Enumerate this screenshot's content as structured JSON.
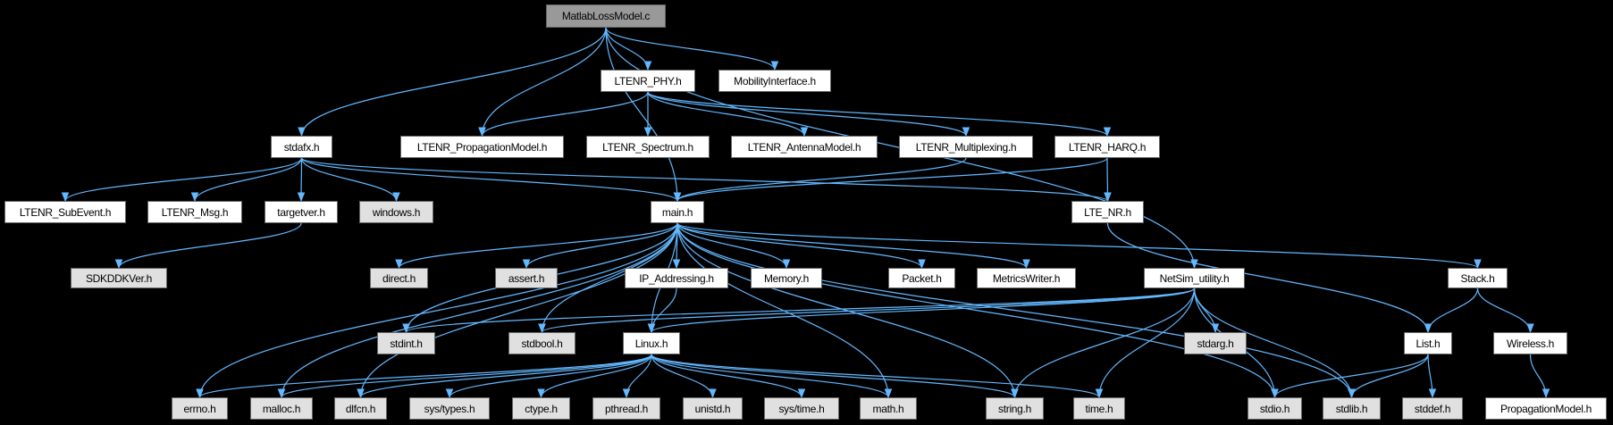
{
  "diagram": {
    "type": "include-dependency-graph",
    "colors": {
      "background": "#000000",
      "edge": "#63b8ff",
      "node_fill": "#ffffff",
      "external_fill": "#e0e0e0",
      "root_fill": "#999999",
      "border": "#666666"
    },
    "nodes": [
      {
        "id": "root",
        "label": "MatlabLossModel.c",
        "kind": "root"
      },
      {
        "id": "phy",
        "label": "LTENR_PHY.h",
        "kind": "local"
      },
      {
        "id": "mobility",
        "label": "MobilityInterface.h",
        "kind": "local"
      },
      {
        "id": "stdafx",
        "label": "stdafx.h",
        "kind": "local"
      },
      {
        "id": "ltenr_prop",
        "label": "LTENR_PropagationModel.h",
        "kind": "local"
      },
      {
        "id": "spectrum",
        "label": "LTENR_Spectrum.h",
        "kind": "local"
      },
      {
        "id": "antenna",
        "label": "LTENR_AntennaModel.h",
        "kind": "local"
      },
      {
        "id": "multiplexing",
        "label": "LTENR_Multiplexing.h",
        "kind": "local"
      },
      {
        "id": "harq",
        "label": "LTENR_HARQ.h",
        "kind": "local"
      },
      {
        "id": "subevent",
        "label": "LTENR_SubEvent.h",
        "kind": "local"
      },
      {
        "id": "msg",
        "label": "LTENR_Msg.h",
        "kind": "local"
      },
      {
        "id": "targetver",
        "label": "targetver.h",
        "kind": "local"
      },
      {
        "id": "windows",
        "label": "windows.h",
        "kind": "external"
      },
      {
        "id": "main",
        "label": "main.h",
        "kind": "local"
      },
      {
        "id": "lte_nr",
        "label": "LTE_NR.h",
        "kind": "local"
      },
      {
        "id": "sdkddkver",
        "label": "SDKDDKVer.h",
        "kind": "external"
      },
      {
        "id": "direct",
        "label": "direct.h",
        "kind": "external"
      },
      {
        "id": "assert",
        "label": "assert.h",
        "kind": "external"
      },
      {
        "id": "ip_addressing",
        "label": "IP_Addressing.h",
        "kind": "local"
      },
      {
        "id": "memory",
        "label": "Memory.h",
        "kind": "local"
      },
      {
        "id": "packet",
        "label": "Packet.h",
        "kind": "local"
      },
      {
        "id": "metrics",
        "label": "MetricsWriter.h",
        "kind": "local"
      },
      {
        "id": "netsim_utility",
        "label": "NetSim_utility.h",
        "kind": "local"
      },
      {
        "id": "stack",
        "label": "Stack.h",
        "kind": "local"
      },
      {
        "id": "stdint",
        "label": "stdint.h",
        "kind": "external"
      },
      {
        "id": "stdbool",
        "label": "stdbool.h",
        "kind": "external"
      },
      {
        "id": "linux",
        "label": "Linux.h",
        "kind": "local"
      },
      {
        "id": "stdarg",
        "label": "stdarg.h",
        "kind": "external"
      },
      {
        "id": "list",
        "label": "List.h",
        "kind": "local"
      },
      {
        "id": "wireless",
        "label": "Wireless.h",
        "kind": "local"
      },
      {
        "id": "errno",
        "label": "errno.h",
        "kind": "external"
      },
      {
        "id": "malloc",
        "label": "malloc.h",
        "kind": "external"
      },
      {
        "id": "dlfcn",
        "label": "dlfcn.h",
        "kind": "external"
      },
      {
        "id": "systypes",
        "label": "sys/types.h",
        "kind": "external"
      },
      {
        "id": "ctype",
        "label": "ctype.h",
        "kind": "external"
      },
      {
        "id": "pthread",
        "label": "pthread.h",
        "kind": "external"
      },
      {
        "id": "unistd",
        "label": "unistd.h",
        "kind": "external"
      },
      {
        "id": "systime",
        "label": "sys/time.h",
        "kind": "external"
      },
      {
        "id": "math",
        "label": "math.h",
        "kind": "external"
      },
      {
        "id": "string",
        "label": "string.h",
        "kind": "external"
      },
      {
        "id": "time",
        "label": "time.h",
        "kind": "external"
      },
      {
        "id": "stdio",
        "label": "stdio.h",
        "kind": "external"
      },
      {
        "id": "stdlib",
        "label": "stdlib.h",
        "kind": "external"
      },
      {
        "id": "stddef",
        "label": "stddef.h",
        "kind": "external"
      },
      {
        "id": "propagation",
        "label": "PropagationModel.h",
        "kind": "local"
      }
    ],
    "edges": [
      [
        "root",
        "stdafx"
      ],
      [
        "root",
        "main"
      ],
      [
        "root",
        "ltenr_prop"
      ],
      [
        "root",
        "phy"
      ],
      [
        "root",
        "mobility"
      ],
      [
        "root",
        "netsim_utility"
      ],
      [
        "phy",
        "ltenr_prop"
      ],
      [
        "phy",
        "spectrum"
      ],
      [
        "phy",
        "antenna"
      ],
      [
        "phy",
        "multiplexing"
      ],
      [
        "phy",
        "harq"
      ],
      [
        "stdafx",
        "subevent"
      ],
      [
        "stdafx",
        "msg"
      ],
      [
        "stdafx",
        "targetver"
      ],
      [
        "stdafx",
        "windows"
      ],
      [
        "stdafx",
        "main"
      ],
      [
        "stdafx",
        "lte_nr"
      ],
      [
        "multiplexing",
        "main"
      ],
      [
        "harq",
        "main"
      ],
      [
        "harq",
        "lte_nr"
      ],
      [
        "targetver",
        "sdkddkver"
      ],
      [
        "lte_nr",
        "list"
      ],
      [
        "main",
        "errno"
      ],
      [
        "main",
        "malloc"
      ],
      [
        "main",
        "dlfcn"
      ],
      [
        "main",
        "stdint"
      ],
      [
        "main",
        "direct"
      ],
      [
        "main",
        "stdbool"
      ],
      [
        "main",
        "assert"
      ],
      [
        "main",
        "ip_addressing"
      ],
      [
        "main",
        "linux"
      ],
      [
        "main",
        "memory"
      ],
      [
        "main",
        "packet"
      ],
      [
        "main",
        "metrics"
      ],
      [
        "main",
        "math"
      ],
      [
        "main",
        "string"
      ],
      [
        "main",
        "stdio"
      ],
      [
        "main",
        "stdlib"
      ],
      [
        "main",
        "stack"
      ],
      [
        "ip_addressing",
        "linux"
      ],
      [
        "netsim_utility",
        "stdint"
      ],
      [
        "netsim_utility",
        "stdbool"
      ],
      [
        "netsim_utility",
        "linux"
      ],
      [
        "netsim_utility",
        "string"
      ],
      [
        "netsim_utility",
        "time"
      ],
      [
        "netsim_utility",
        "stdarg"
      ],
      [
        "netsim_utility",
        "stdio"
      ],
      [
        "netsim_utility",
        "stdlib"
      ],
      [
        "linux",
        "errno"
      ],
      [
        "linux",
        "malloc"
      ],
      [
        "linux",
        "dlfcn"
      ],
      [
        "linux",
        "systypes"
      ],
      [
        "linux",
        "ctype"
      ],
      [
        "linux",
        "pthread"
      ],
      [
        "linux",
        "unistd"
      ],
      [
        "linux",
        "systime"
      ],
      [
        "linux",
        "math"
      ],
      [
        "linux",
        "string"
      ],
      [
        "linux",
        "time"
      ],
      [
        "stack",
        "list"
      ],
      [
        "stack",
        "wireless"
      ],
      [
        "list",
        "stdio"
      ],
      [
        "list",
        "stdlib"
      ],
      [
        "list",
        "stddef"
      ],
      [
        "wireless",
        "propagation"
      ]
    ]
  }
}
